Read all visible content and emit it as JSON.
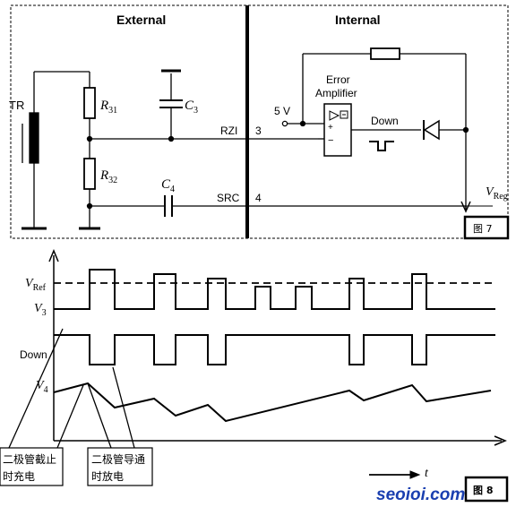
{
  "circuit": {
    "section_external": "External",
    "section_internal": "Internal",
    "transformer": "TR",
    "resistor_1": {
      "sym": "R",
      "sub": "31"
    },
    "resistor_2": {
      "sym": "R",
      "sub": "32"
    },
    "capacitor_1": {
      "sym": "C",
      "sub": "3"
    },
    "capacitor_2": {
      "sym": "C",
      "sub": "4"
    },
    "pin_rzi": "RZI",
    "pin_rzi_num": "3",
    "pin_src": "SRC",
    "pin_src_num": "4",
    "supply": "5 V",
    "amp_line1": "Error",
    "amp_line2": "Amplifier",
    "down_label": "Down",
    "plus_sign": "+",
    "minus_sign": "−",
    "vreg": {
      "sym": "V",
      "sub": "Reg"
    },
    "figure_label": "图 7"
  },
  "waveform": {
    "vref": {
      "sym": "V",
      "sub": "Ref"
    },
    "v3": {
      "sym": "V",
      "sub": "3"
    },
    "down": "Down",
    "v4": {
      "sym": "V",
      "sub": "4"
    },
    "time_axis": "t",
    "note_1": {
      "line1": "二极管截止",
      "line2": "时充电"
    },
    "note_2": {
      "line1": "二极管导通",
      "line2": "时放电"
    },
    "figure_label": "图 8",
    "watermark": "seoioi.com"
  }
}
